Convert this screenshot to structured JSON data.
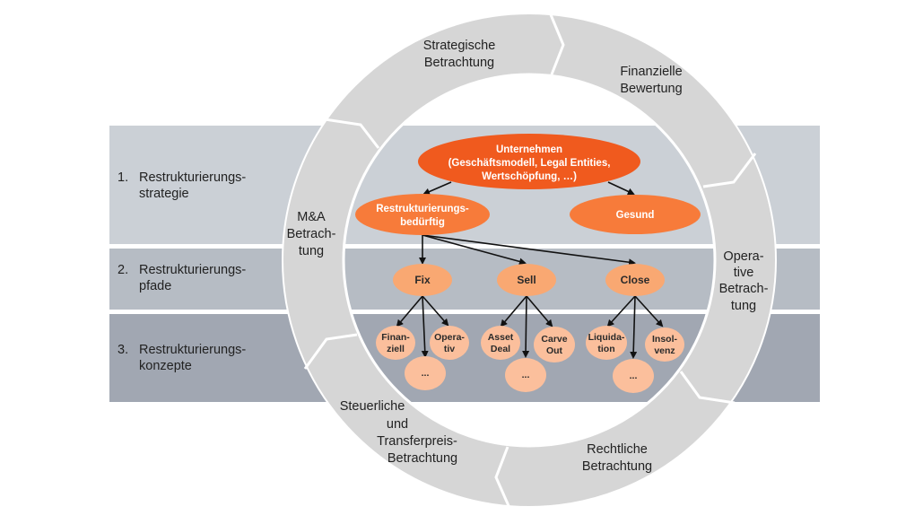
{
  "colors": {
    "background": "#ffffff",
    "ring": "#d6d6d6",
    "divider": "#ffffff",
    "band_1": "#cbd0d6",
    "band_2": "#b6bcc4",
    "band_3": "#a1a7b2",
    "node_root": "#f05a1e",
    "node_level1": "#f77b3a",
    "node_level2": "#f9a872",
    "node_leaf": "#fbbf9c",
    "arrow": "#111111",
    "text": "#222222"
  },
  "bands": [
    {
      "number": "1.",
      "lines": [
        "Restrukturierungs-",
        "strategie"
      ]
    },
    {
      "number": "2.",
      "lines": [
        "Restrukturierungs-",
        "pfade"
      ]
    },
    {
      "number": "3.",
      "lines": [
        "Restrukturierungs-",
        "konzepte"
      ]
    }
  ],
  "ring_segments": [
    {
      "id": "strategic",
      "lines": [
        "Strategische",
        "Betrachtung"
      ]
    },
    {
      "id": "financial",
      "lines": [
        "Finanzielle",
        "Bewertung"
      ]
    },
    {
      "id": "operative",
      "lines": [
        "Opera-",
        "tive",
        "Betrach-",
        "tung"
      ]
    },
    {
      "id": "legal",
      "lines": [
        "Rechtliche",
        "Betrachtung"
      ]
    },
    {
      "id": "tax",
      "lines": [
        "Steuerliche",
        "und",
        "Transferpreis-",
        "Betrachtung"
      ]
    },
    {
      "id": "ma",
      "lines": [
        "M&A",
        "Betrach-",
        "tung"
      ]
    }
  ],
  "nodes": {
    "root": {
      "lines": [
        "Unternehmen",
        "(Geschäftsmodell, Legal Entities,",
        "Wertschöpfung, …)"
      ]
    },
    "needs_restructuring": {
      "lines": [
        "Restrukturierungs-",
        "bedürftig"
      ]
    },
    "healthy": {
      "lines": [
        "Gesund"
      ]
    },
    "fix": {
      "lines": [
        "Fix"
      ]
    },
    "sell": {
      "lines": [
        "Sell"
      ]
    },
    "close": {
      "lines": [
        "Close"
      ]
    },
    "fix_financial": {
      "lines": [
        "Finan-",
        "ziell"
      ]
    },
    "fix_operative": {
      "lines": [
        "Opera-",
        "tiv"
      ]
    },
    "fix_more": {
      "lines": [
        "..."
      ]
    },
    "sell_asset_deal": {
      "lines": [
        "Asset",
        "Deal"
      ]
    },
    "sell_carve_out": {
      "lines": [
        "Carve",
        "Out"
      ]
    },
    "sell_more": {
      "lines": [
        "..."
      ]
    },
    "close_liquidation": {
      "lines": [
        "Liquida-",
        "tion"
      ]
    },
    "close_insolvency": {
      "lines": [
        "Insol-",
        "venz"
      ]
    },
    "close_more": {
      "lines": [
        "..."
      ]
    }
  },
  "edges": [
    [
      "root",
      "needs_restructuring"
    ],
    [
      "root",
      "healthy"
    ],
    [
      "needs_restructuring",
      "fix"
    ],
    [
      "needs_restructuring",
      "sell"
    ],
    [
      "needs_restructuring",
      "close"
    ],
    [
      "fix",
      "fix_financial"
    ],
    [
      "fix",
      "fix_more"
    ],
    [
      "fix",
      "fix_operative"
    ],
    [
      "sell",
      "sell_asset_deal"
    ],
    [
      "sell",
      "sell_more"
    ],
    [
      "sell",
      "sell_carve_out"
    ],
    [
      "close",
      "close_liquidation"
    ],
    [
      "close",
      "close_more"
    ],
    [
      "close",
      "close_insolvency"
    ]
  ]
}
